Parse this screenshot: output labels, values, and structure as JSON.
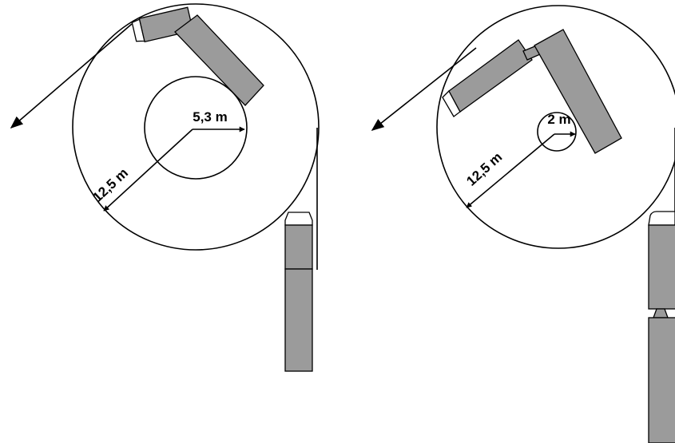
{
  "diagrams": [
    {
      "outer_radius_label": "12,5 m",
      "inner_radius_label": "5,3 m"
    },
    {
      "outer_radius_label": "12,5 m",
      "inner_radius_label": "2 m"
    }
  ],
  "colors": {
    "vehicle_fill": "#9b9b9b",
    "line": "#000000",
    "background": "#ffffff"
  }
}
